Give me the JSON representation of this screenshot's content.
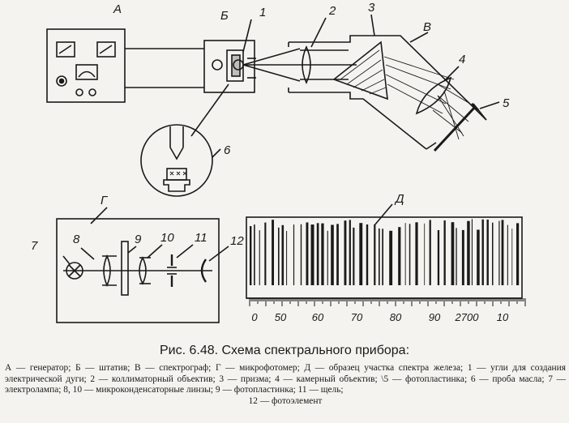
{
  "labels": {
    "A": "А",
    "B": "Б",
    "V": "В",
    "G": "Г",
    "D": "Д",
    "n1": "1",
    "n2": "2",
    "n3": "3",
    "n4": "4",
    "n5": "5",
    "n6": "6",
    "n7": "7",
    "n8": "8",
    "n9": "9",
    "n10": "10",
    "n11": "11",
    "n12": "12"
  },
  "scale_ticks": [
    "0",
    "50",
    "60",
    "70",
    "80",
    "90",
    "2700",
    "10"
  ],
  "caption": {
    "title": "Рис. 6.48. Схема спектрального прибора:",
    "line1": "А — генератор; Б — штатив; В — спектрограф; Г — микрофотомер; Д — образец участка спектра железа; 1 — угли для создания электрической дуги; 2 — коллиматорный объектив; 3 — призма; 4 — камерный объектив; \\5 — фотопластинка; 6 — проба масла; 7 — электролампа; 8, 10 — микроконденсаторные линзы; 9 — фотопластинка; 11 — щель;",
    "line2": "12 — фотоэлемент"
  }
}
